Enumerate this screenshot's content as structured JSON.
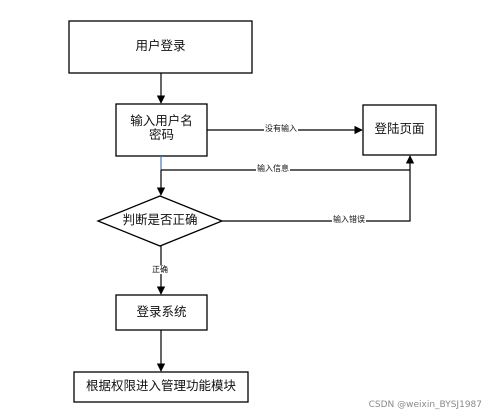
{
  "colors": {
    "stroke": "#000000",
    "text": "#111111",
    "accent_line": "#4a78b8"
  },
  "nodes": {
    "login": "用户登录",
    "input_name": "输入用户名\n密码",
    "login_page": "登陆页面",
    "check": "判断是否正确",
    "login_system": "登录系统",
    "enter_modules": "根据权限进入管理功能模块"
  },
  "edges": {
    "no_input": "没有输入",
    "input_info": "输入信息",
    "input_error": "输入错误",
    "correct": "正确"
  },
  "watermark": "CSDN @weixin_BYSJ1987"
}
